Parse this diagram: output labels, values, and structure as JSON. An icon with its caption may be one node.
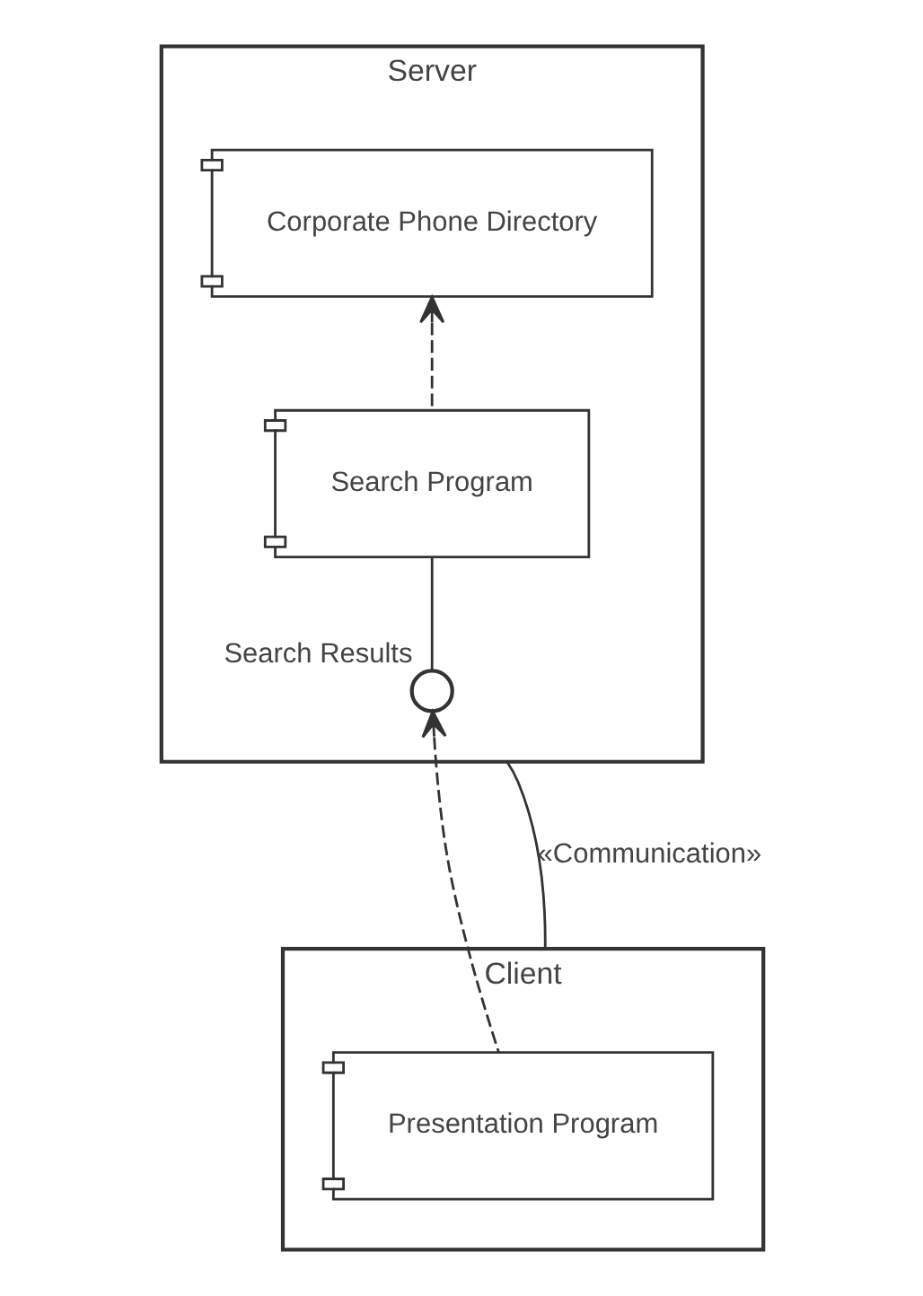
{
  "diagram": {
    "nodes": [
      {
        "text": [
          "Server"
        ]
      },
      {
        "text": [
          "Corporate Phone Directory"
        ],
        "in": 0
      },
      {
        "text": [
          "Search Program"
        ],
        "in": 0
      },
      {
        "text": [],
        "shape": "circle",
        "beside": [
          "Search Results"
        ],
        "in": 0
      },
      {
        "text": [
          "Client"
        ]
      },
      {
        "text": [
          "Presentation Program"
        ],
        "in": 4
      }
    ],
    "edges": [
      {
        "from": 2,
        "to": 1,
        "arrow": "to",
        "style": "dashed"
      },
      {
        "from": 2,
        "to": 3,
        "arrow": "none"
      },
      {
        "from": 5,
        "to": 3,
        "arrow": "to",
        "style": "dashed"
      },
      {
        "from": 0,
        "to": 4,
        "arrow": "none",
        "label": "«Communication»"
      }
    ]
  }
}
